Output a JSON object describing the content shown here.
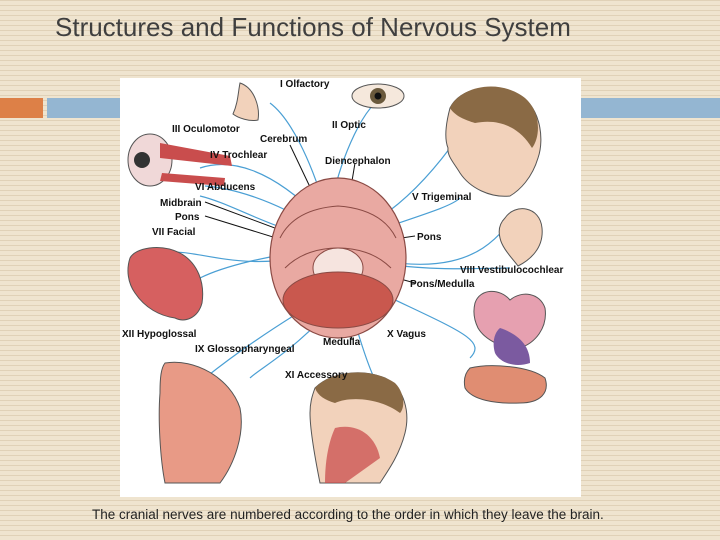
{
  "slide": {
    "title": "Structures and Functions of Nervous System",
    "caption": "The cranial nerves are numbered according to the order in which they leave the brain."
  },
  "diagram": {
    "nerve_labels": {
      "olfactory": "I Olfactory",
      "optic": "II Optic",
      "oculomotor": "III Oculomotor",
      "trochlear": "IV Trochlear",
      "abducens": "VI Abducens",
      "facial": "VII Facial",
      "trigeminal": "V Trigeminal",
      "vestibulocochlear": "VIII Vestibulocochlear",
      "vagus": "X Vagus",
      "hypoglossal": "XII Hypoglossal",
      "glossopharyngeal": "IX Glossopharyngeal",
      "accessory": "XI Accessory"
    },
    "structure_labels": {
      "cerebrum": "Cerebrum",
      "diencephalon": "Diencephalon",
      "midbrain": "Midbrain",
      "pons_left": "Pons",
      "pons_right": "Pons",
      "pons_medulla": "Pons/Medulla",
      "medulla": "Medulla"
    }
  },
  "colors": {
    "background": "#efe4cf",
    "accent_orange": "#dd8047",
    "accent_blue": "#94b6d2",
    "nerve_line": "#4a9fd4",
    "brain": "#e9a9a2",
    "muscle": "#c94d4d"
  }
}
